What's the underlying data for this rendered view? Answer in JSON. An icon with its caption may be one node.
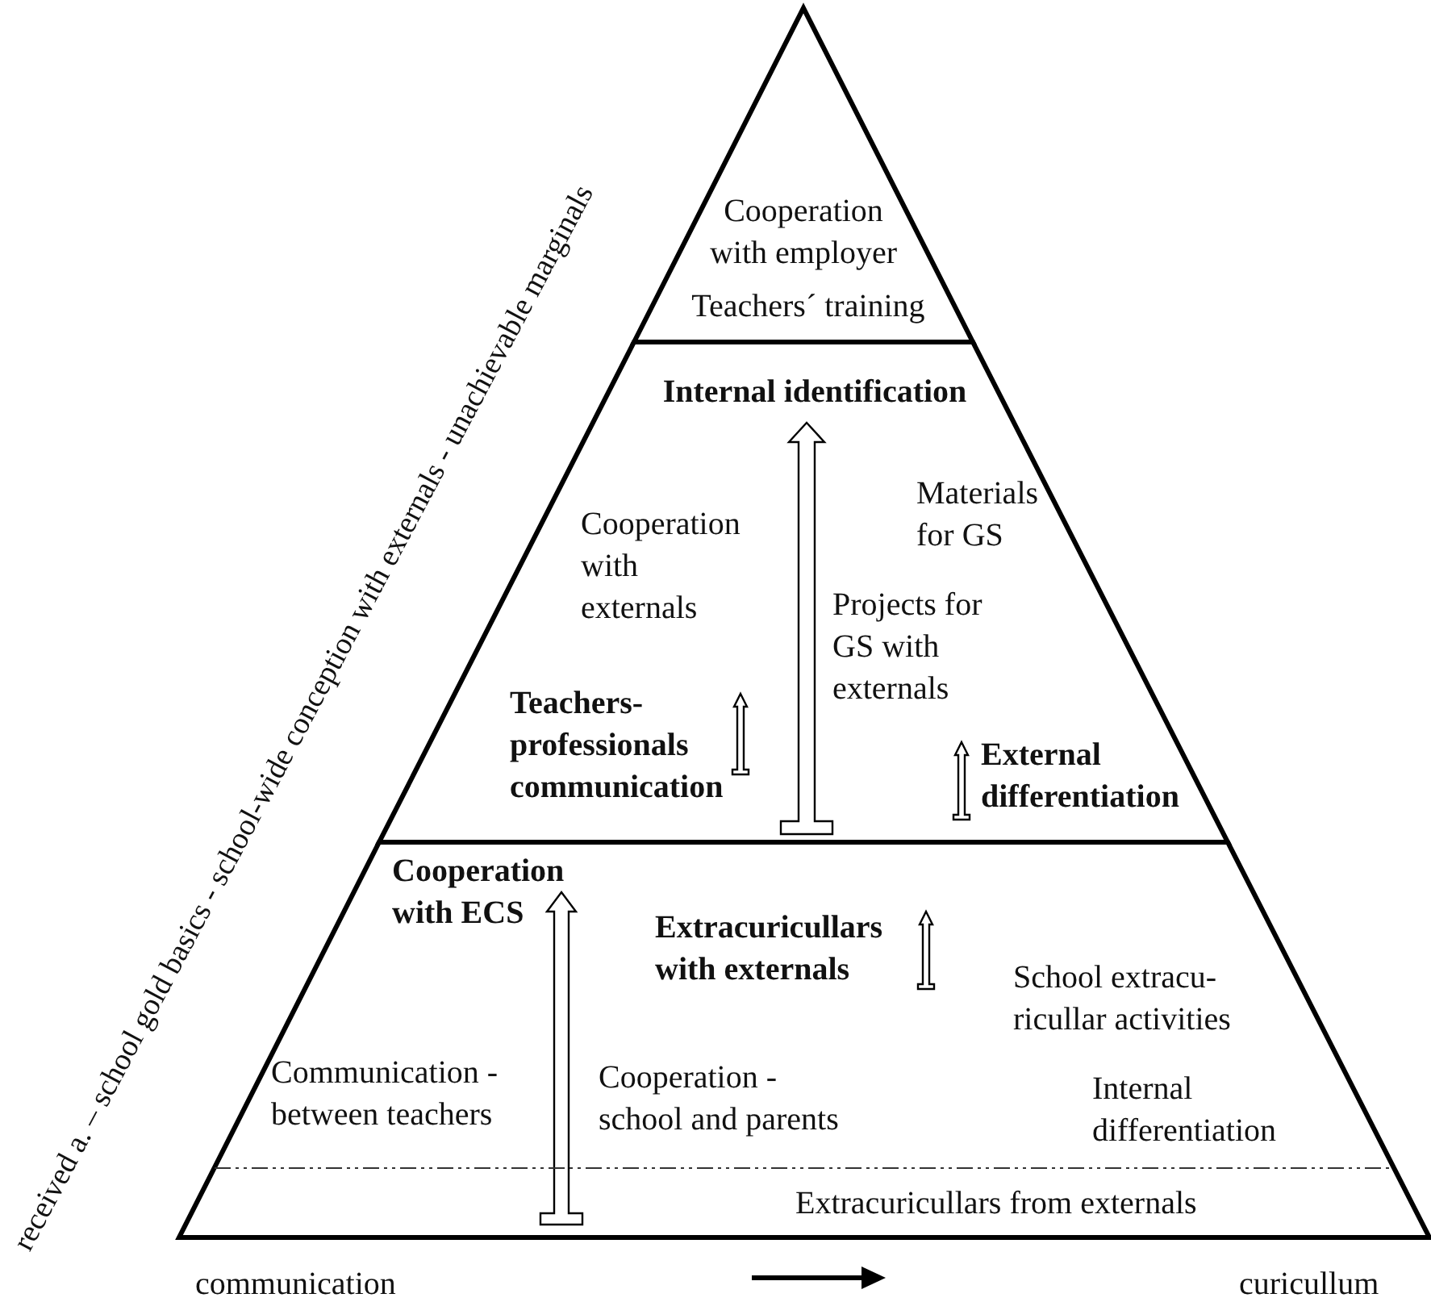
{
  "diagram": {
    "nodes": [
      {
        "text": [
          "Cooperation with employer",
          "Teachers´ training"
        ]
      },
      {
        "text": [
          "Internal identification",
          "Cooperation with externals",
          "Materials for GS",
          "Projects for GS with externals",
          "Teachers- professionals communication",
          "External differentiation"
        ]
      },
      {
        "text": [
          "Cooperation with ECS",
          "Extracuricullars with externals",
          "School extracu- ricullar activities",
          "Communication - between teachers",
          "Cooperation - school and parents",
          "Internal differentiation",
          "Extracuricullars from externals"
        ]
      }
    ],
    "labels": [
      "received a. – school gold basics - school-wide conception with externals - unachievable marginals",
      "communication",
      "curicullum"
    ]
  }
}
